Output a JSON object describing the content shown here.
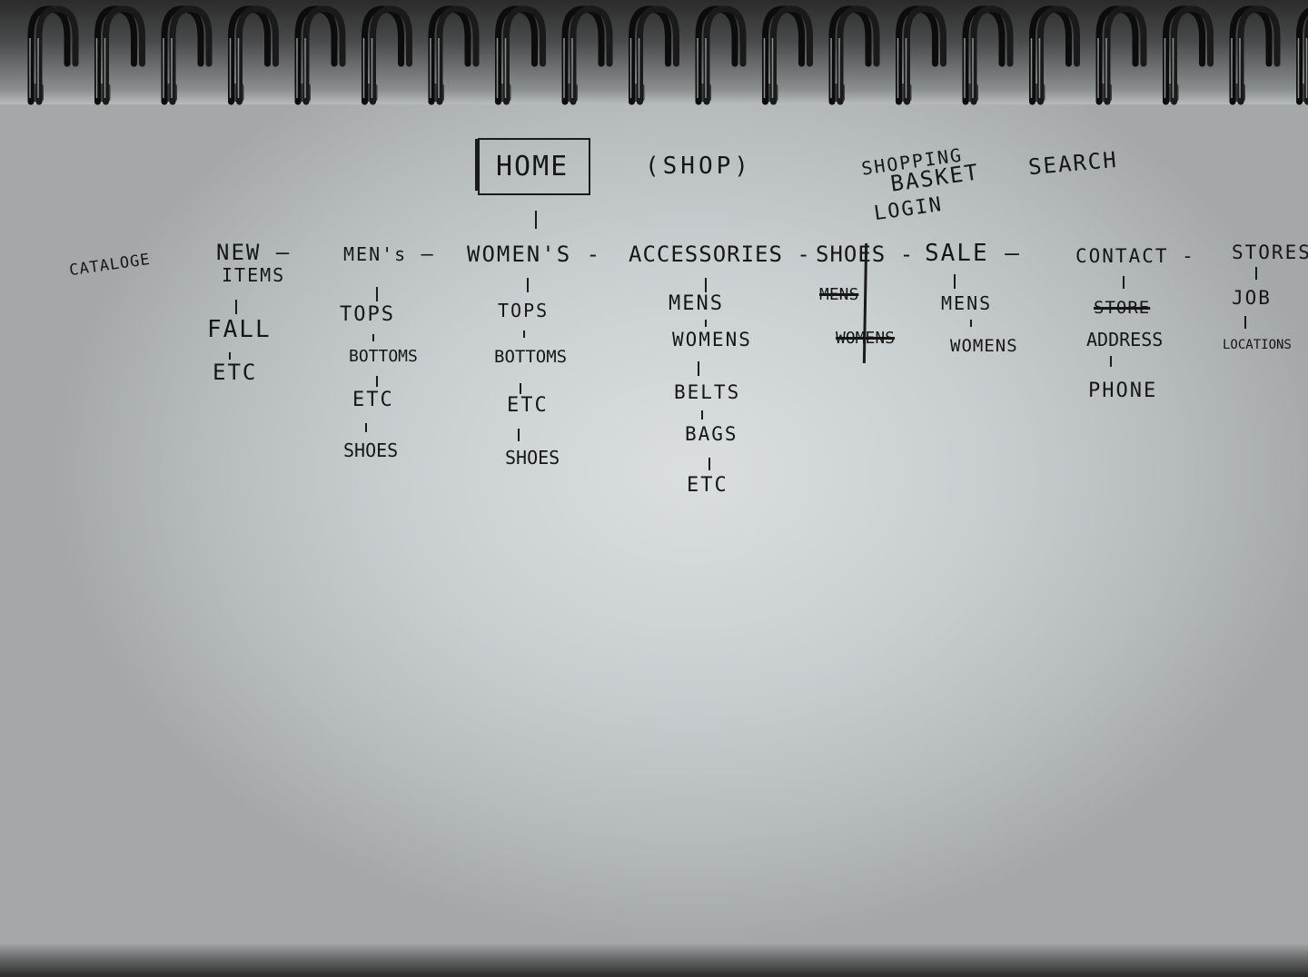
{
  "sitemap": {
    "home": "HOME",
    "home_note": "(SHOP)",
    "utility": {
      "shopping": "SHOPPING",
      "basket": "BASKET",
      "login": "LOGIN",
      "search": "SEARCH"
    },
    "catalog_label": "CATALOGE",
    "nav": {
      "new_items": {
        "label_line1": "NEW",
        "label_line2": "ITEMS",
        "children": [
          "FALL",
          "ETC"
        ]
      },
      "mens": {
        "label": "MEN's",
        "children": [
          "TOPS",
          "BOTTOMS",
          "ETC",
          "SHOES"
        ]
      },
      "womens": {
        "label": "WOMEN'S",
        "children": [
          "TOPS",
          "BOTTOMS",
          "ETC",
          "SHOES"
        ]
      },
      "accessories": {
        "label": "ACCESSORIES",
        "children": [
          "MENS",
          "WOMENS",
          "BELTS",
          "BAGS",
          "ETC"
        ]
      },
      "shoes": {
        "label": "SHOES",
        "children_struck": [
          "MENS",
          "WOMENS"
        ]
      },
      "sale": {
        "label": "SALE",
        "children": [
          "MENS",
          "WOMENS"
        ]
      },
      "contact": {
        "label": "CONTACT",
        "children_struck": [
          "STORE"
        ],
        "children": [
          "ADDRESS",
          "PHONE"
        ]
      },
      "stores": {
        "label": "STORES",
        "children": [
          "JOB",
          "LOCATIONS"
        ]
      }
    }
  }
}
